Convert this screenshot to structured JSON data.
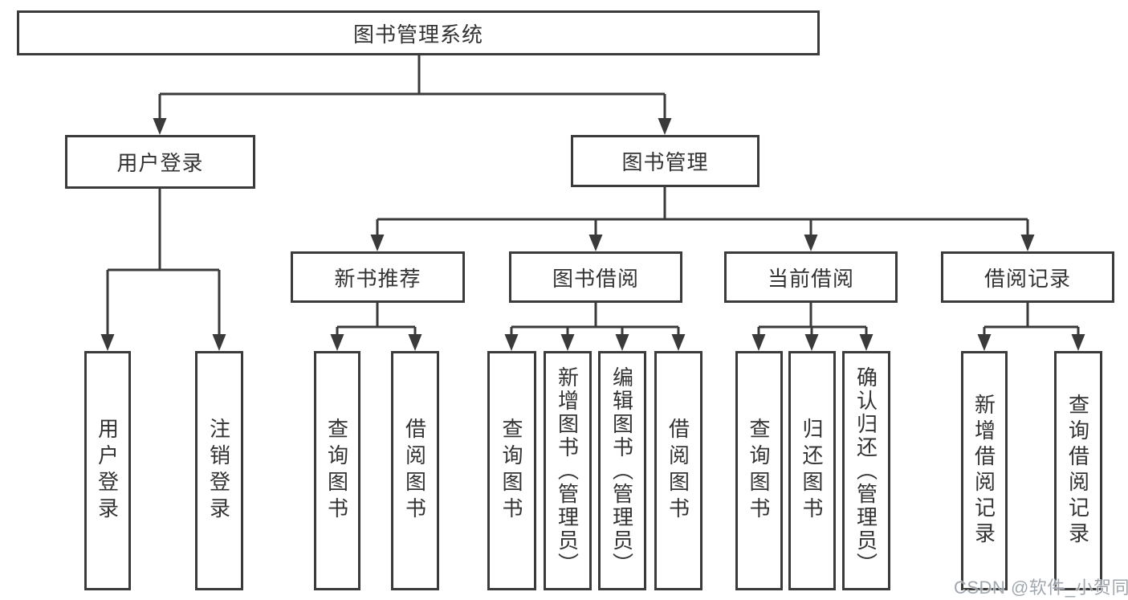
{
  "tree": {
    "root": "图书管理系统",
    "branches": {
      "user_login": {
        "label": "用户登录",
        "children": {
          "login": "用户登录",
          "logout": "注销登录"
        }
      },
      "book_management": {
        "label": "图书管理",
        "sections": {
          "new_book_recommend": {
            "label": "新书推荐",
            "children": {
              "query_book": "查询图书",
              "borrow_book": "借阅图书"
            }
          },
          "book_borrow": {
            "label": "图书借阅",
            "children": {
              "query_book": "查询图书",
              "add_book": "新增图书（管理员）",
              "edit_book": "编辑图书（管理员）",
              "borrow_book": "借阅图书"
            }
          },
          "current_borrow": {
            "label": "当前借阅",
            "children": {
              "query_book": "查询图书",
              "return_book": "归还图书",
              "confirm_return": "确认归还（管理员）"
            }
          },
          "borrow_records": {
            "label": "借阅记录",
            "children": {
              "add_record": "新增借阅记录",
              "query_record": "查询借阅记录"
            }
          }
        }
      }
    }
  },
  "watermark": "CSDN @软件_小贺同学",
  "colors": {
    "line": "#3a3a3a",
    "border": "#3b3b3b",
    "text": "#333333",
    "watermark": "#9aa0a8"
  }
}
